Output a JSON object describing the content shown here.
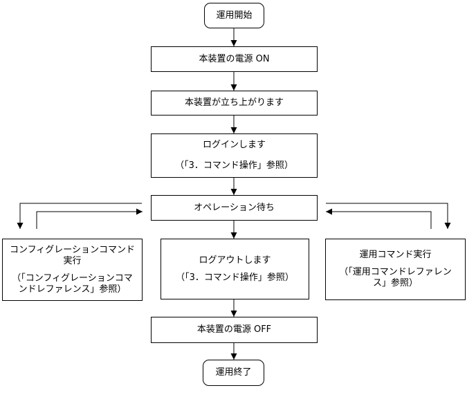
{
  "diagram": {
    "start": "運用開始",
    "power_on": "本装置の電源 ON",
    "startup": "本装置が立ち上がります",
    "login": {
      "line1": "ログインします",
      "line2": "（「3．コマンド操作」参照）"
    },
    "wait": "オペレーション待ち",
    "config": {
      "line1": "コンフィグレーションコマンド",
      "line2": "実行",
      "line3": "（「コンフィグレーションコマ",
      "line4": "ンドレファレンス」参照）"
    },
    "logout": {
      "line1": "ログアウトします",
      "line2": "（「3．コマンド操作」参照）"
    },
    "operation": {
      "line1": "運用コマンド実行",
      "line2": "（「運用コマンドレファレン",
      "line3": "ス」参照）"
    },
    "power_off": "本装置の電源 OFF",
    "end": "運用終了"
  }
}
